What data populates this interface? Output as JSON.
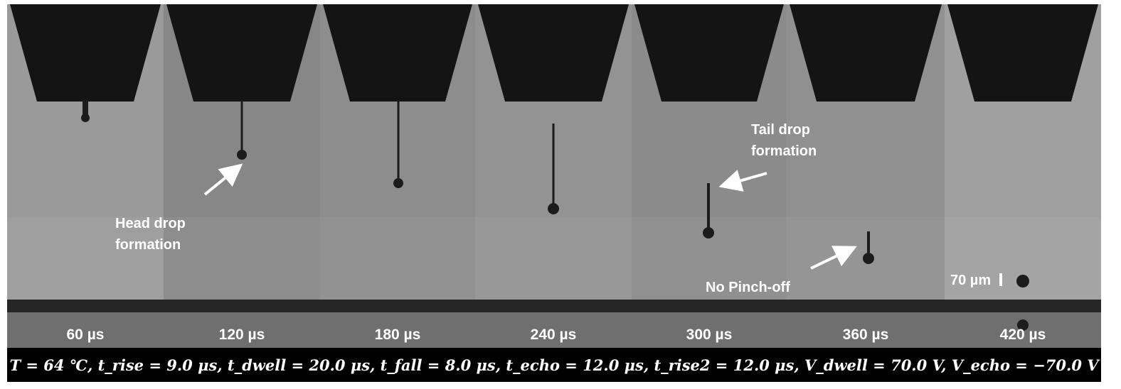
{
  "frames": [
    {
      "time": "60 µs"
    },
    {
      "time": "120 µs"
    },
    {
      "time": "180 µs"
    },
    {
      "time": "240 µs"
    },
    {
      "time": "300 µs"
    },
    {
      "time": "360 µs"
    },
    {
      "time": "420 µs"
    }
  ],
  "annotations": {
    "head_drop_line1": "Head drop",
    "head_drop_line2": "formation",
    "tail_drop_line1": "Tail drop",
    "tail_drop_line2": "formation",
    "no_pinch_off": "No Pinch-off",
    "scale_bar": "70 µm"
  },
  "parameters": "T = 64 ℃, t_rise = 9.0 μs, t_dwell = 20.0 μs, t_fall = 8.0 μs, t_echo = 12.0 μs, t_rise2 = 12.0 μs, V_dwell = 70.0 V, V_echo = −70.0 V",
  "colors": {
    "nozzle": "#141414",
    "background_gray": "#8a8a8a",
    "droplet": "#1c1c1c",
    "text": "#ffffff"
  }
}
